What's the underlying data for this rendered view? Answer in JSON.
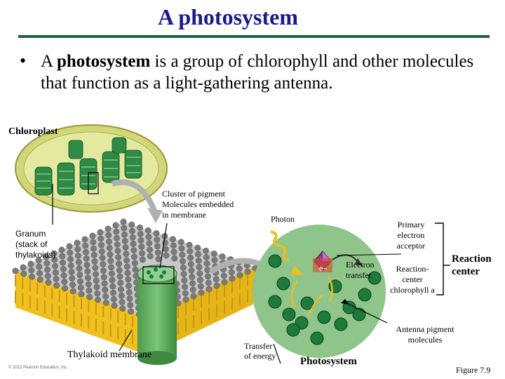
{
  "slide": {
    "title": "A photosystem",
    "bullet_bold": "photosystem",
    "bullet_pre": "A ",
    "bullet_post": " is a group of chlorophyll and other molecules that function as a light-gathering antenna."
  },
  "labels": {
    "chloroplast": "Chloroplast",
    "granum": "Granum\n(stack of\nthylakoids)",
    "cluster": "Cluster of pigment\nMolecules embedded\nin membrane",
    "photon": "Photon",
    "primary": "Primary\nelectron\nacceptor",
    "electron_transfer": "Electron\ntransfer",
    "reaction_center_chl": "Reaction-\ncenter\nchlorophyll a",
    "reaction_center": "Reaction\ncenter",
    "electron": "e−",
    "antenna": "Antenna pigment\nmolecules",
    "thylakoid": "Thylakoid membrane",
    "transfer_energy": "Transfer\nof energy",
    "photosystem": "Photosystem",
    "figure": "Figure 7.9",
    "copyright": "© 2012 Pearson Education, Inc."
  },
  "colors": {
    "title": "#1a1a8c",
    "rule": "#1f5f3a",
    "photosystem_fill": "#8fc58a",
    "chlorophyll": "#1e7a3a",
    "membrane_head": "#7a7a7a",
    "membrane_tail": "#f0c020",
    "photon": "#e8c020",
    "acceptor": "#8a3c8a"
  }
}
